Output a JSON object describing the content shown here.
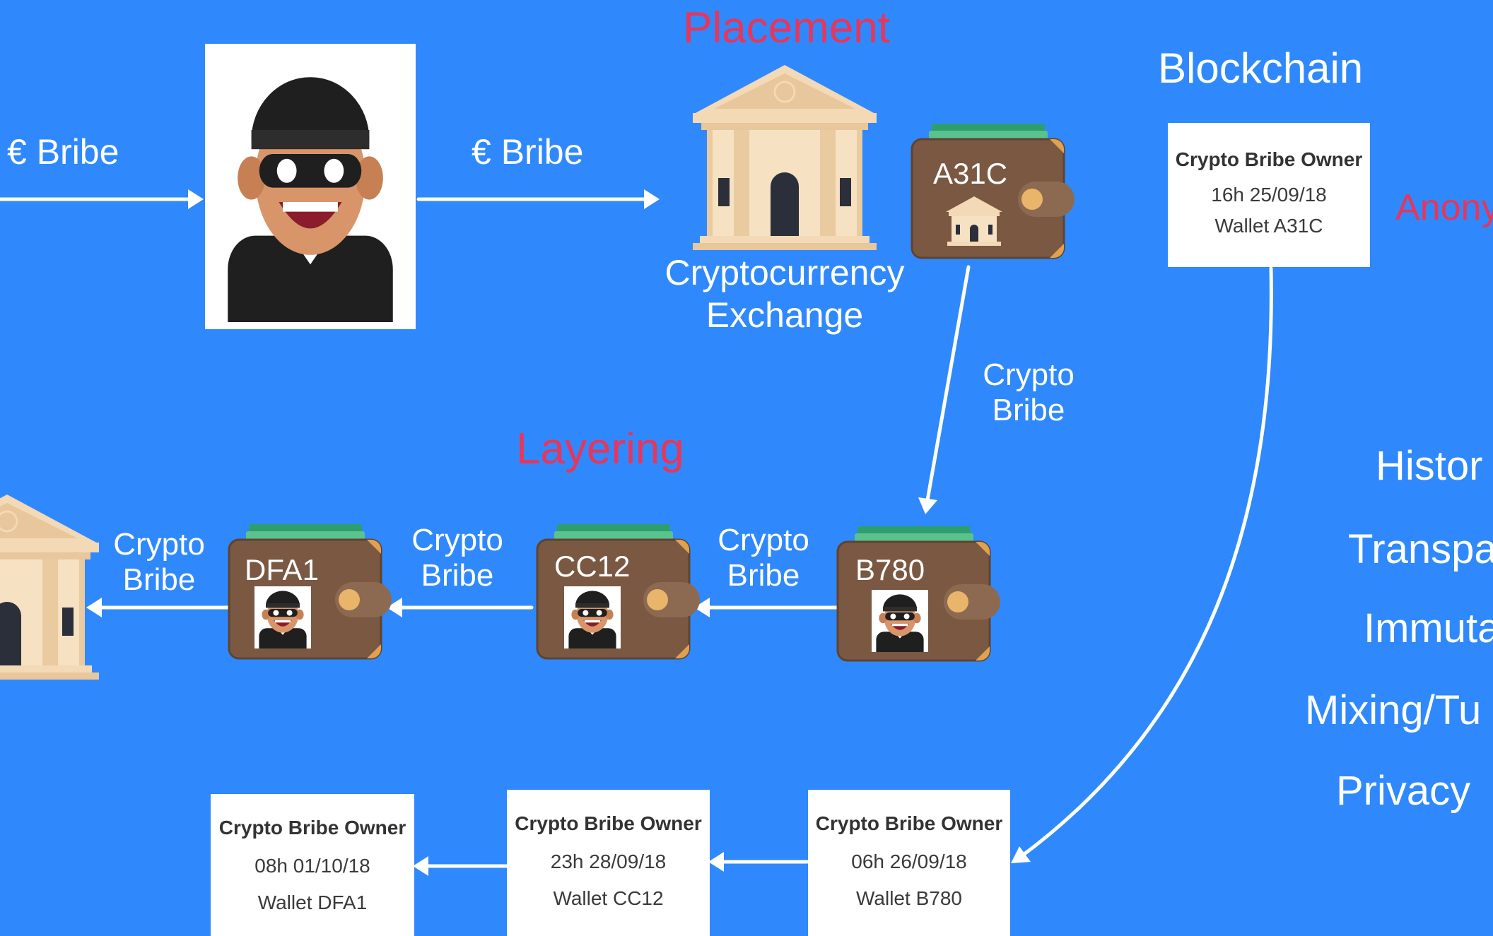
{
  "stages": {
    "placement": "Placement",
    "layering": "Layering",
    "anonymity_partial": "Anony"
  },
  "blockchain": {
    "title": "Blockchain"
  },
  "flows": {
    "bribe_in": "€ Bribe",
    "bribe_to_exchange": "€ Bribe",
    "crypto_down_1": "Crypto",
    "crypto_down_2": "Bribe",
    "crypto_b780_1": "Crypto",
    "crypto_b780_2": "Bribe",
    "crypto_cc12_1": "Crypto",
    "crypto_cc12_2": "Bribe",
    "crypto_dfa1_1": "Crypto",
    "crypto_dfa1_2": "Bribe"
  },
  "exchange": {
    "line1": "Cryptocurrency",
    "line2": "Exchange"
  },
  "wallets": {
    "a31c": "A31C",
    "b780": "B780",
    "cc12": "CC12",
    "dfa1": "DFA1"
  },
  "records": {
    "a31c": {
      "owner": "Crypto Bribe Owner",
      "time": "16h 25/09/18",
      "wallet": "Wallet A31C"
    },
    "b780": {
      "owner": "Crypto Bribe Owner",
      "time": "06h 26/09/18",
      "wallet": "Wallet B780"
    },
    "cc12": {
      "owner": "Crypto Bribe Owner",
      "time": "23h 28/09/18",
      "wallet": "Wallet CC12"
    },
    "dfa1": {
      "owner": "Crypto Bribe Owner",
      "time": "08h 01/10/18",
      "wallet": "Wallet DFA1"
    }
  },
  "properties": {
    "history": "Histor",
    "transparency": "Transpa",
    "immutability": "Immuta",
    "mixing": "Mixing/Tu",
    "privacy": "Privacy"
  },
  "colors": {
    "background": "#2f89fc",
    "accent_red": "#e8355a",
    "wallet_brown": "#7a5842",
    "bank_beige": "#f3d9b5"
  }
}
